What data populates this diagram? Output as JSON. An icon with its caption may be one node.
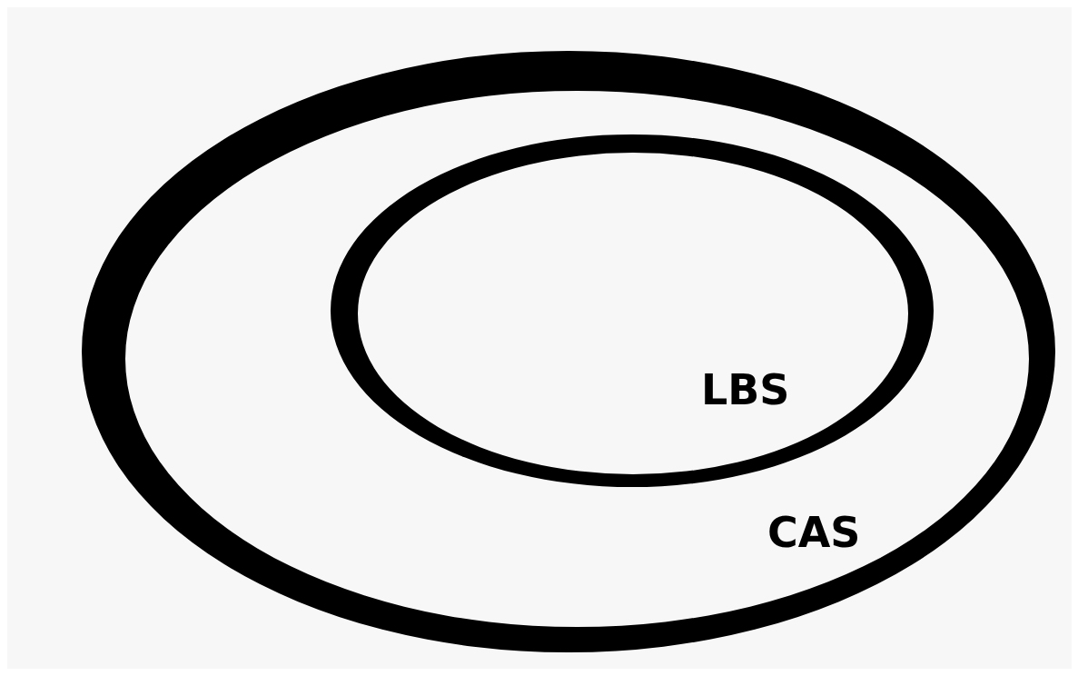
{
  "diagram": {
    "nodes": [
      {
        "text": [
          "CAS"
        ]
      },
      {
        "text": [
          "LBS"
        ],
        "in": 0
      }
    ]
  }
}
